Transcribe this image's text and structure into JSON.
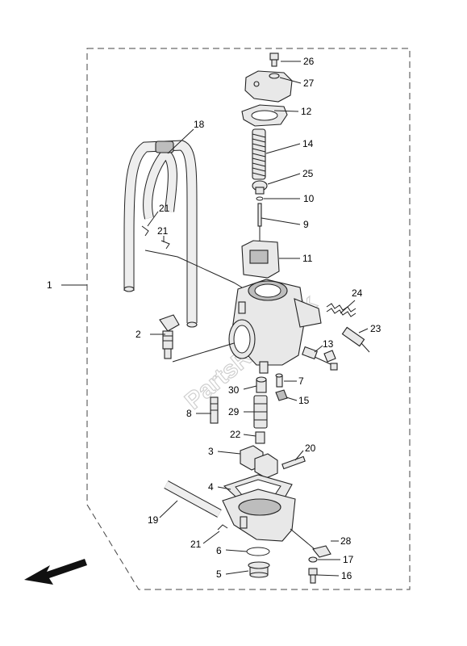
{
  "watermark": "PartsRepublik",
  "labels": {
    "l1": "1",
    "l2": "2",
    "l3": "3",
    "l4": "4",
    "l5": "5",
    "l6": "6",
    "l7": "7",
    "l8": "8",
    "l9": "9",
    "l10": "10",
    "l11": "11",
    "l12": "12",
    "l13": "13",
    "l14": "14",
    "l15": "15",
    "l16": "16",
    "l17": "17",
    "l18": "18",
    "l19": "19",
    "l20": "20",
    "l21a": "21",
    "l21b": "21",
    "l21c": "21",
    "l22": "22",
    "l23": "23",
    "l24": "24",
    "l25": "25",
    "l26": "26",
    "l27": "27",
    "l28": "28",
    "l29": "29",
    "l30": "30"
  },
  "icons": {
    "direction_arrow": "arrow-left-down-icon"
  },
  "colors": {
    "line": "#222222",
    "part_fill": "#e8e8e8",
    "watermark": "#cfcfcf"
  }
}
